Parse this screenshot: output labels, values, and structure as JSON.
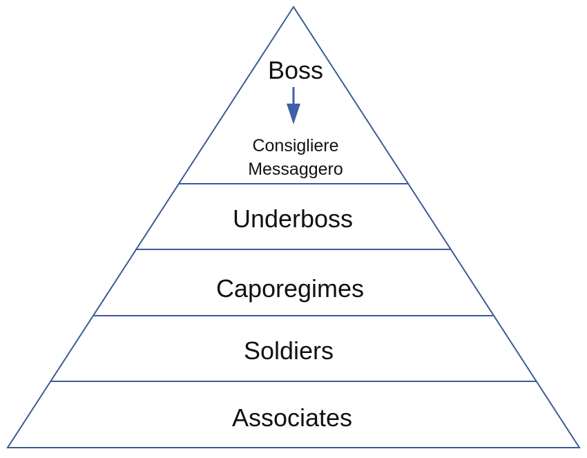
{
  "diagram": {
    "type": "pyramid",
    "stroke_color": "#3c5a96",
    "arrow_color": "#3f5fa6",
    "top_tier": {
      "title": "Boss",
      "arrow_direction": "down",
      "sub_lines": [
        "Consigliere",
        "Messaggero"
      ]
    },
    "tiers": [
      {
        "label": "Underboss"
      },
      {
        "label": "Caporegimes"
      },
      {
        "label": "Soldiers"
      },
      {
        "label": "Associates"
      }
    ]
  }
}
